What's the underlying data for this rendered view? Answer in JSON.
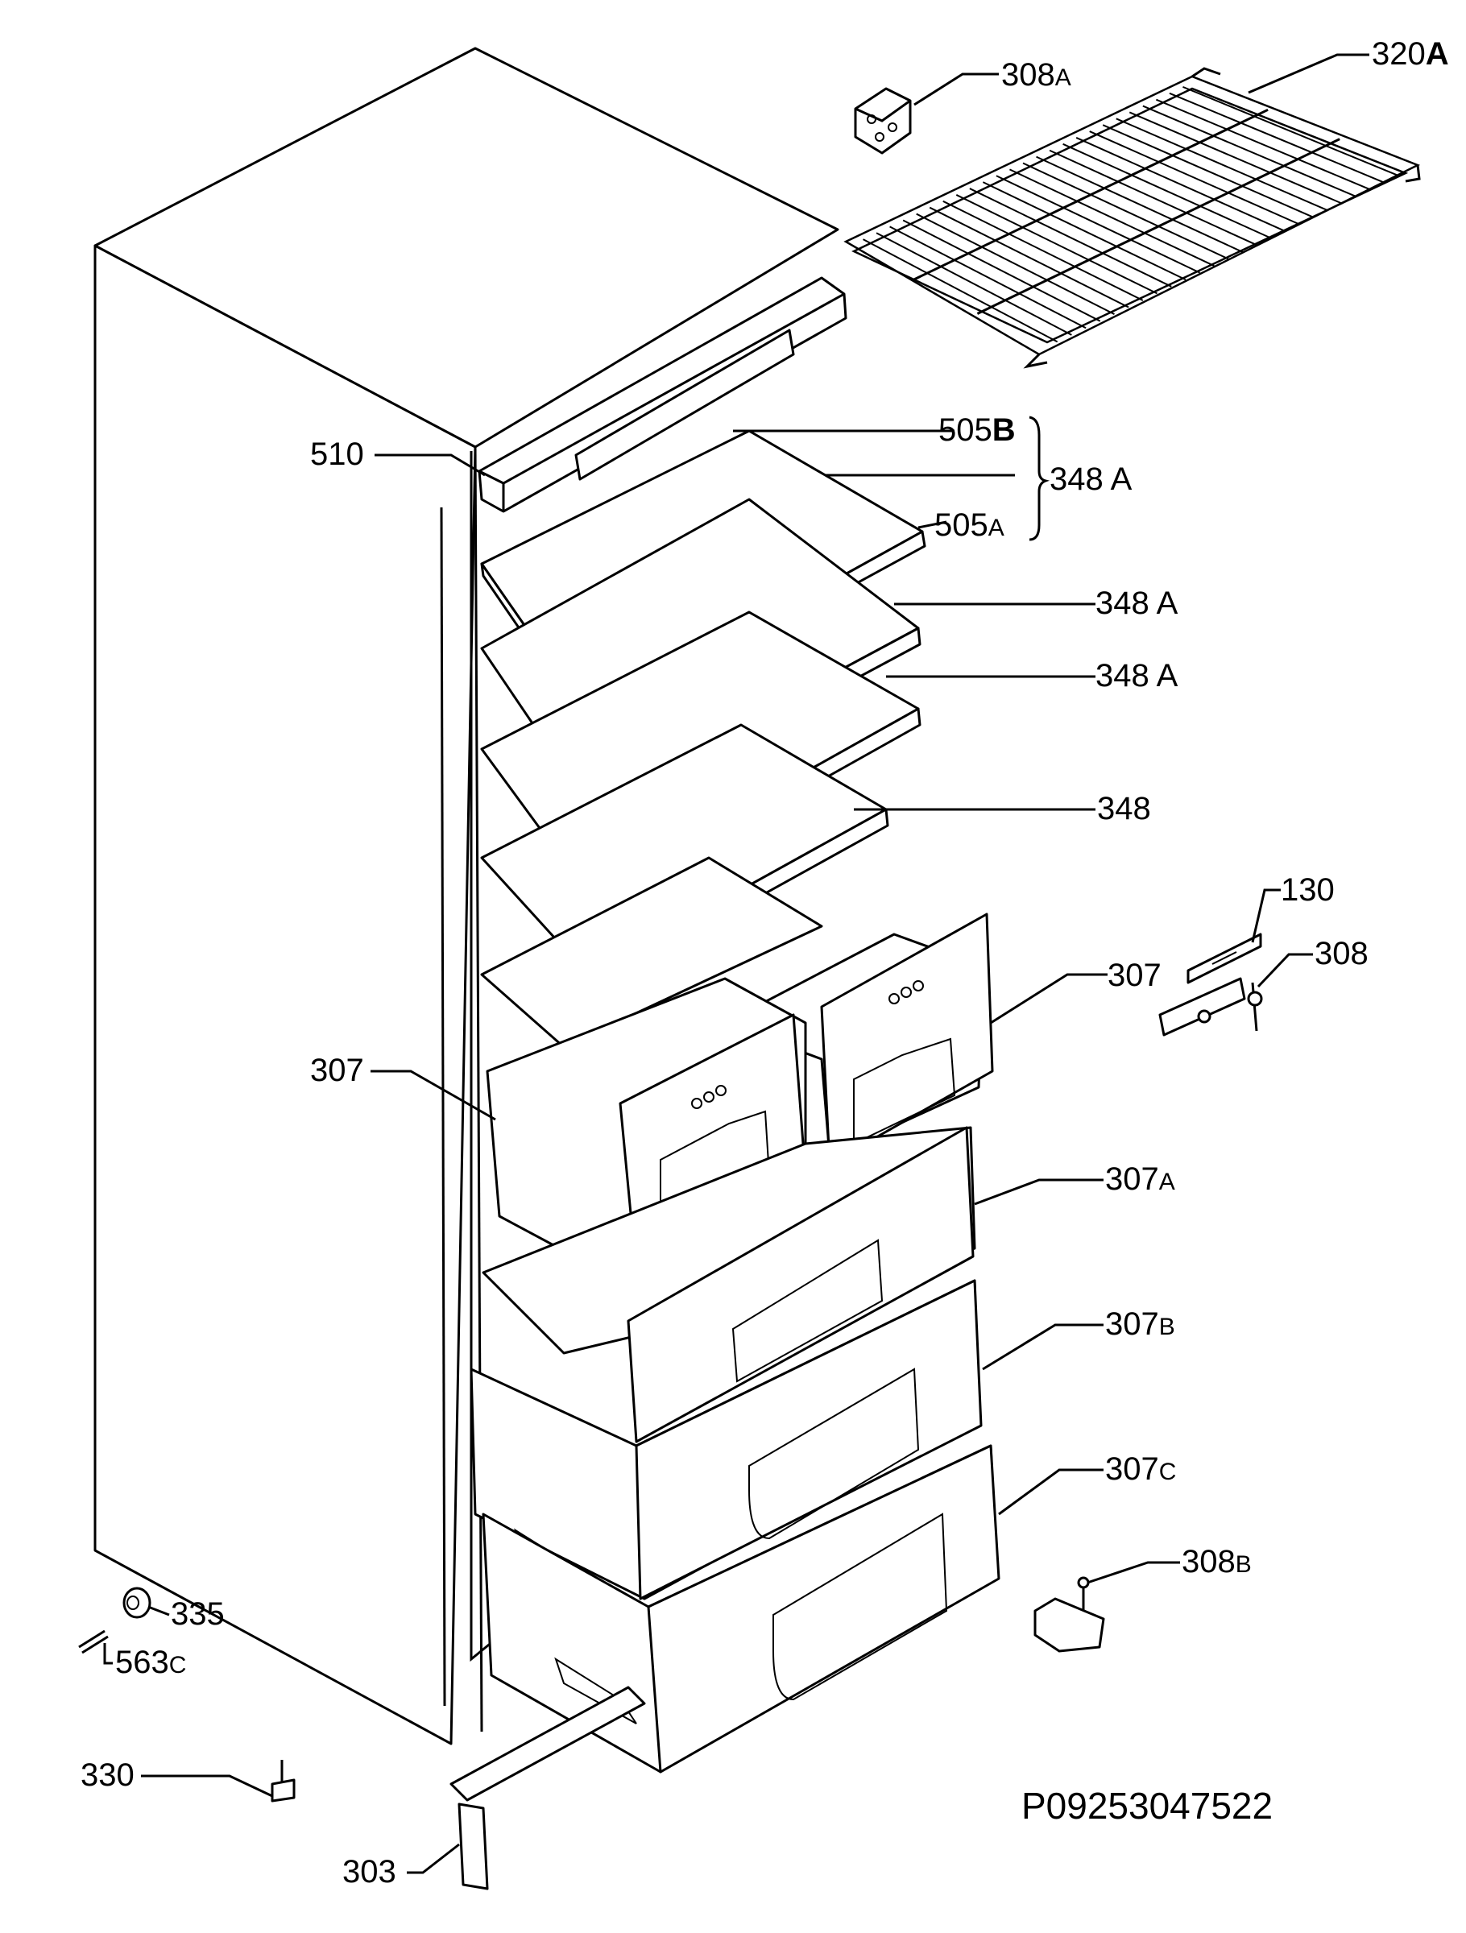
{
  "diagram": {
    "reference_code": "P09253047522",
    "callouts": [
      {
        "id": "308a",
        "num": "308",
        "suffix": "A"
      },
      {
        "id": "320a",
        "num": "320",
        "suffix": "A"
      },
      {
        "id": "510",
        "num": "510",
        "suffix": ""
      },
      {
        "id": "505b",
        "num": "505",
        "suffix": "B"
      },
      {
        "id": "348a-group",
        "num": "348 A",
        "suffix": ""
      },
      {
        "id": "505a",
        "num": "505",
        "suffix": "A"
      },
      {
        "id": "348a-2",
        "num": "348 A",
        "suffix": ""
      },
      {
        "id": "348a-3",
        "num": "348 A",
        "suffix": ""
      },
      {
        "id": "348",
        "num": "348",
        "suffix": ""
      },
      {
        "id": "130",
        "num": "130",
        "suffix": ""
      },
      {
        "id": "308",
        "num": "308",
        "suffix": ""
      },
      {
        "id": "307-right",
        "num": "307",
        "suffix": ""
      },
      {
        "id": "307-left",
        "num": "307",
        "suffix": ""
      },
      {
        "id": "307a",
        "num": "307",
        "suffix": "A"
      },
      {
        "id": "307b",
        "num": "307",
        "suffix": "B"
      },
      {
        "id": "307c",
        "num": "307",
        "suffix": "C"
      },
      {
        "id": "308b",
        "num": "308",
        "suffix": "B"
      },
      {
        "id": "335",
        "num": "335",
        "suffix": ""
      },
      {
        "id": "563c",
        "num": "563",
        "suffix": "C"
      },
      {
        "id": "330",
        "num": "330",
        "suffix": ""
      },
      {
        "id": "303",
        "num": "303",
        "suffix": ""
      }
    ]
  }
}
